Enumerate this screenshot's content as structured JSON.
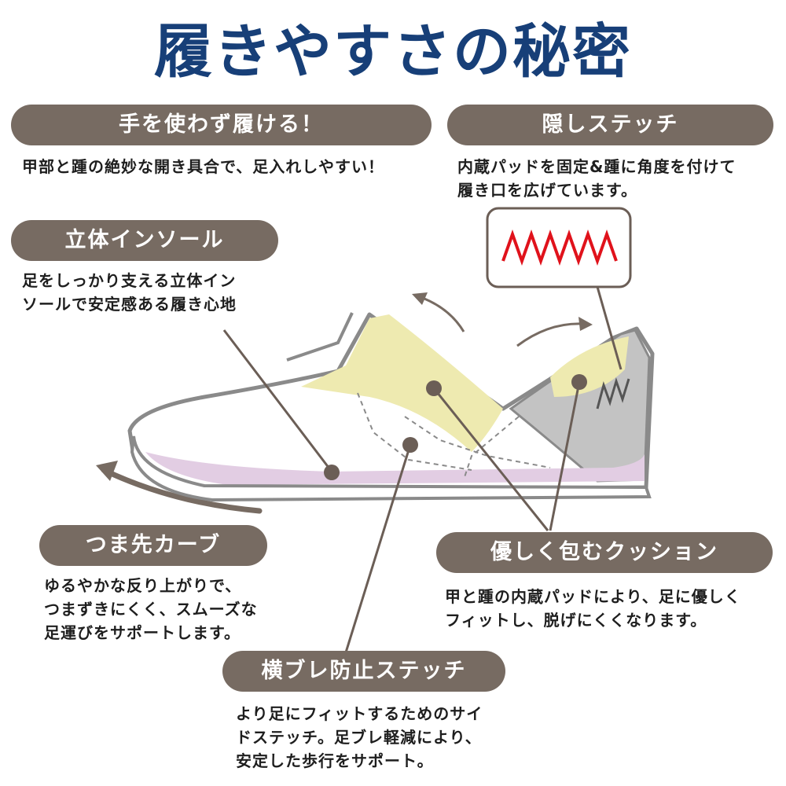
{
  "title": "履きやすさの秘密",
  "colors": {
    "title": "#173f78",
    "pill": "#776b62",
    "pad_yellow": "#eeeab0",
    "insole_purple": "#e2cde3",
    "heel_gray": "#c3c3c3",
    "stitch_red": "#e0121b",
    "outline": "#8a8a8a",
    "leader": "#6b5e56"
  },
  "features": {
    "hands_free": {
      "label": "手を使わず履ける！",
      "lines": [
        "甲部と踵の絶妙な開き具合で、足入れしやすい！"
      ]
    },
    "hidden_stitch": {
      "label": "隠しステッチ",
      "lines": [
        "内蔵パッドを固定&踵に角度を付けて",
        "履き口を広げています。"
      ]
    },
    "insole": {
      "label": "立体インソール",
      "lines": [
        "足をしっかり支える立体イン",
        "ソールで安定感ある履き心地"
      ]
    },
    "toe_curve": {
      "label": "つま先カーブ",
      "lines": [
        "ゆるやかな反り上がりで、",
        "つまずきにくく、スムーズな",
        "足運びをサポートします。"
      ]
    },
    "cushion": {
      "label": "優しく包むクッション",
      "lines": [
        "甲と踵の内蔵パッドにより、足に優しく",
        "フィットし、脱げにくくなります。"
      ]
    },
    "side_stitch": {
      "label": "横ブレ防止ステッチ",
      "lines": [
        "より足にフィットするためのサイ",
        "ドステッチ。足ブレ軽減により、",
        "安定した歩行をサポート。"
      ]
    }
  }
}
